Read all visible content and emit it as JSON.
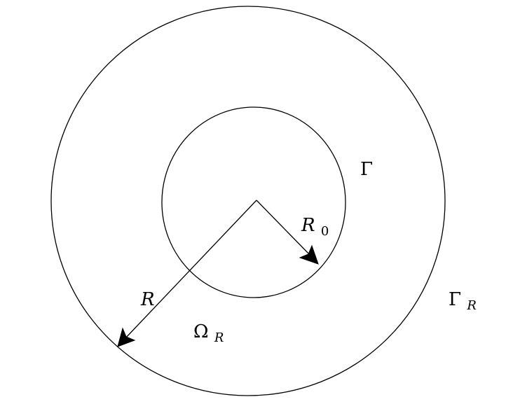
{
  "diagram": {
    "labels": {
      "inner_boundary": "Γ",
      "outer_boundary_symbol": "Γ",
      "outer_boundary_subscript": "R",
      "domain_symbol": "Ω",
      "domain_subscript": "R",
      "outer_radius": "R",
      "inner_radius_symbol": "R",
      "inner_radius_subscript": "0"
    },
    "colors": {
      "stroke": "#000000",
      "background": "#ffffff"
    }
  }
}
